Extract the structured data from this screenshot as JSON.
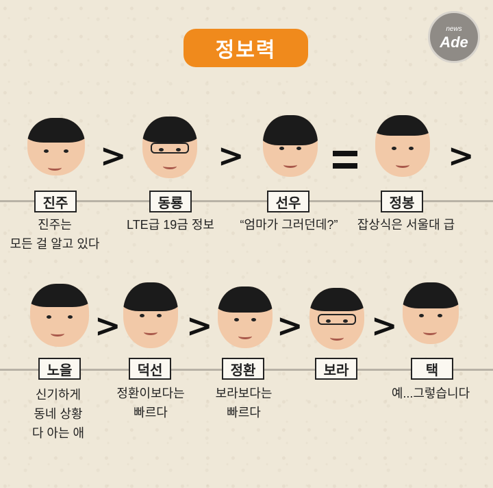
{
  "title": "정보력",
  "logo": {
    "small": "news",
    "big": "Ade"
  },
  "row1": {
    "people": [
      {
        "name": "진주",
        "desc": "진주는\n모든 걸 알고 있다"
      },
      {
        "name": "동룡",
        "desc": "LTE급 19금 정보"
      },
      {
        "name": "선우",
        "desc": "“엄마가 그러던데?”"
      },
      {
        "name": "정봉",
        "desc": "잡상식은 서울대 급"
      }
    ],
    "connectors": [
      ">",
      ">",
      "=",
      ">"
    ]
  },
  "row2": {
    "people": [
      {
        "name": "노을",
        "desc": "신기하게\n동네 상황\n다 아는 애"
      },
      {
        "name": "덕선",
        "desc": "정환이보다는\n빠르다"
      },
      {
        "name": "정환",
        "desc": "보라보다는\n빠르다"
      },
      {
        "name": "보라",
        "desc": ""
      },
      {
        "name": "택",
        "desc": "예...그렇습니다"
      }
    ],
    "connectors": [
      ">",
      ">",
      ">",
      ">"
    ]
  }
}
